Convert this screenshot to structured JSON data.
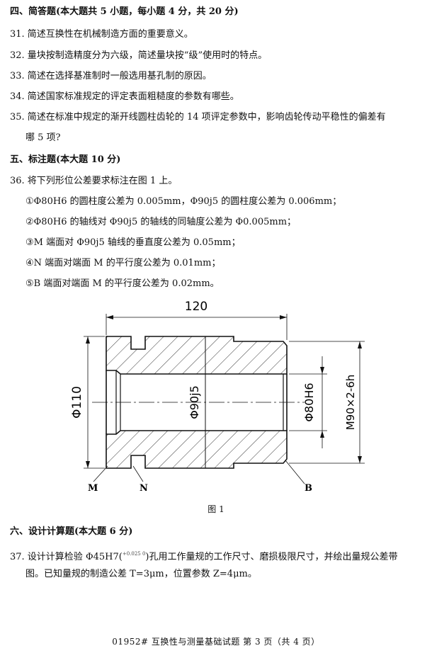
{
  "sec4": {
    "title": "四、简答题(本大题共 5 小题，每小题 4 分，共 20 分)",
    "q31": "31. 简述互换性在机械制造方面的重要意义。",
    "q32": "32. 量块按制造精度分为六级，简述量块按“级”使用时的特点。",
    "q33": "33. 简述在选择基准制时一般选用基孔制的原因。",
    "q34": "34. 简述国家标准规定的评定表面粗糙度的参数有哪些。",
    "q35a": "35. 简述在标准中规定的渐开线圆柱齿轮的 14 项评定参数中，影响齿轮传动平稳性的偏差有",
    "q35b": "哪 5 项?"
  },
  "sec5": {
    "title": "五、标注题(本大题 10 分)",
    "q36": "36. 将下列形位公差要求标注在图 1 上。",
    "i1": "①Φ80H6 的圆柱度公差为 0.005mm，Φ90j5 的圆柱度公差为 0.006mm；",
    "i2": "②Φ80H6 的轴线对 Φ90j5 的轴线的同轴度公差为 Φ0.005mm；",
    "i3": "③M 端面对 Φ90j5 轴线的垂直度公差为 0.05mm；",
    "i4": "④N 端面对端面 M 的平行度公差为 0.01mm；",
    "i5": "⑤B 端面对端面 M 的平行度公差为 0.02mm。"
  },
  "figure": {
    "dim_120": "120",
    "dim_110": "Φ110",
    "dim_90j5": "Φ90j5",
    "dim_80h6": "Φ80H6",
    "dim_thread": "M90×2-6h",
    "label_m": "M",
    "label_n": "N",
    "label_b": "B",
    "caption": "图 1"
  },
  "sec6": {
    "title": "六、设计计算题(本大题 6 分)",
    "q37a_pre": "37. 设计计算检验 Φ45H7(",
    "q37a_tol": "+0.025 0",
    "q37a_post": ")孔用工作量规的工作尺寸、磨损极限尺寸，并绘出量规公差带",
    "q37b": "图。已知量规的制造公差 T=3μm，位置参数 Z=4μm。"
  },
  "footer": "01952# 互换性与测量基础试题 第 3 页（共 4 页）"
}
